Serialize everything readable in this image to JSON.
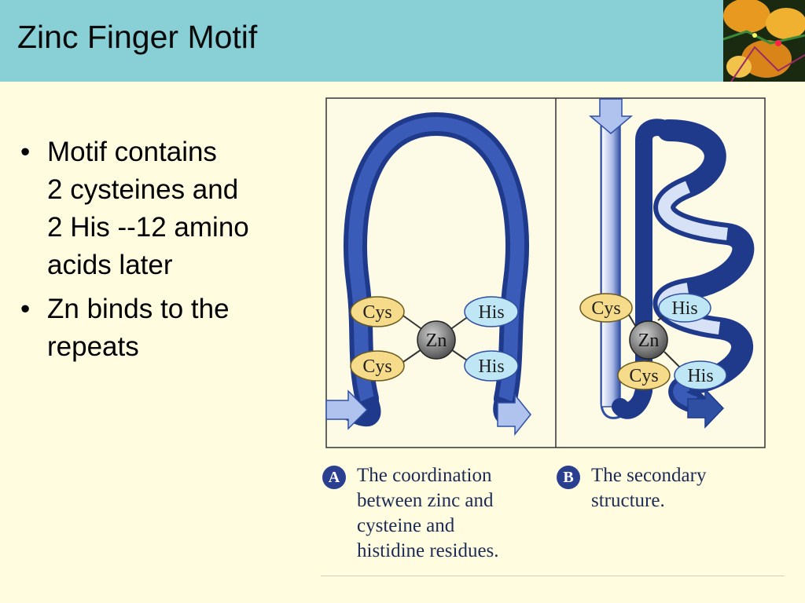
{
  "slide": {
    "title": "Zinc Finger Motif",
    "bullets": [
      "Motif contains\n2 cysteines and\n2 His --12 amino\nacids later",
      "Zn binds to the\nrepeats"
    ]
  },
  "figure": {
    "panel_a": {
      "labels": {
        "cys_top": "Cys",
        "his_top": "His",
        "cys_bottom": "Cys",
        "his_bottom": "His",
        "zn": "Zn"
      },
      "caption_letter": "A",
      "caption": "The coordination\nbetween zinc and\ncysteine and\nhistidine residues."
    },
    "panel_b": {
      "labels": {
        "cys_top": "Cys",
        "his_top": "His",
        "cys_bottom": "Cys",
        "his_bottom": "His",
        "zn": "Zn"
      },
      "caption_letter": "B",
      "caption": "The secondary\nstructure."
    }
  },
  "colors": {
    "header": "#88d0d6",
    "background": "#fffce0",
    "ribbon": "#2f4fa3",
    "cys_fill": "#f6dc8a",
    "his_fill": "#bfe6f5",
    "zn_fill": "#7a7a7a"
  }
}
